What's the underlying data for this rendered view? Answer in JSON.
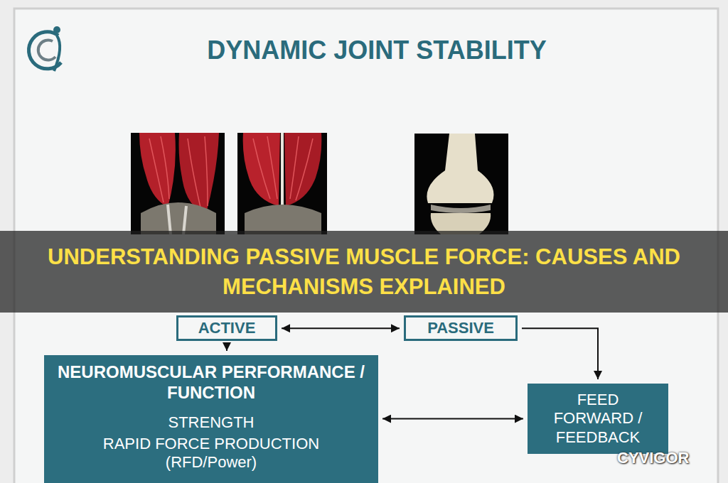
{
  "diagram": {
    "title": "DYNAMIC JOINT STABILITY",
    "caption": "UNDERSTANDING PASSIVE MUSCLE FORCE: CAUSES AND MECHANISMS EXPLAINED",
    "nodes": [
      {
        "text": [
          "ACTIVE"
        ]
      },
      {
        "text": [
          "PASSIVE"
        ]
      },
      {
        "text": [
          "NEUROMUSCULAR PERFORMANCE / FUNCTION",
          "STRENGTH",
          "RAPID FORCE PRODUCTION (RFD/Power)"
        ]
      },
      {
        "text": [
          "FEED FORWARD / FEEDBACK"
        ]
      }
    ],
    "edges": [
      {
        "from": 0,
        "to": 1,
        "arrow": "both"
      },
      {
        "from": 0,
        "to": 2,
        "arrow": "to"
      },
      {
        "from": 1,
        "to": 3,
        "arrow": "to"
      },
      {
        "from": 2,
        "to": 3,
        "arrow": "both"
      }
    ],
    "labels": [
      "CYVIGOR"
    ]
  }
}
